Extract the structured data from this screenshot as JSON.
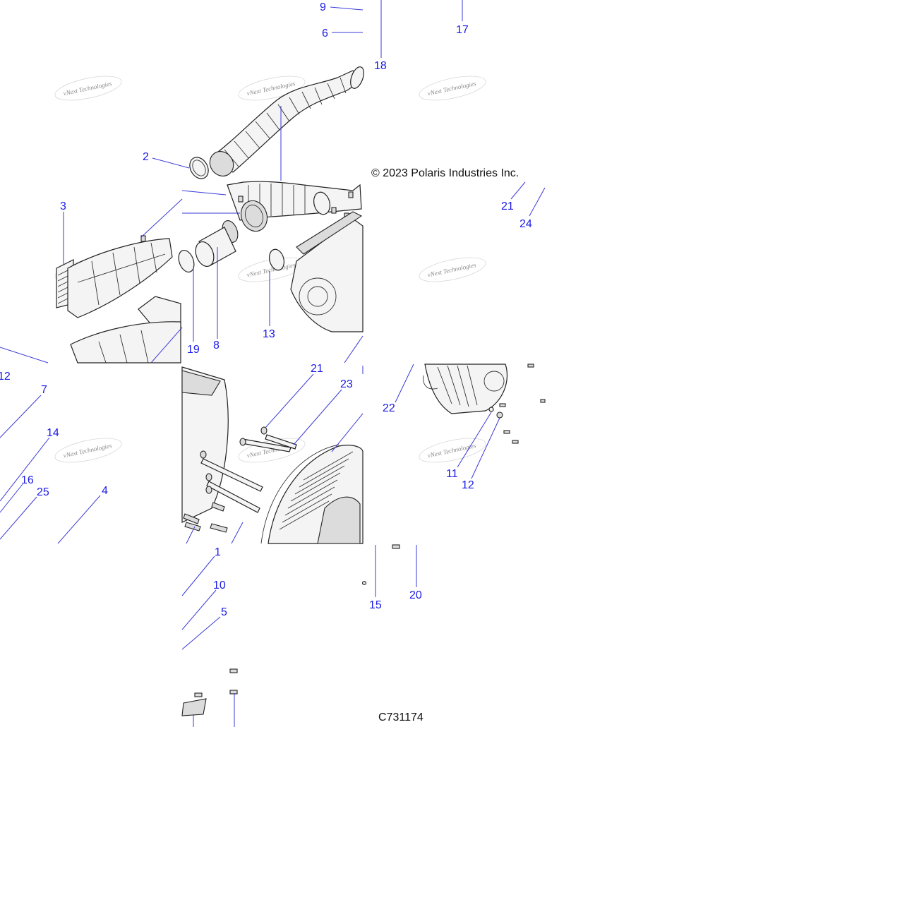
{
  "copyright": "© 2023 Polaris Industries Inc.",
  "diagram_code": "C731174",
  "watermark_text": "vNext Technologies",
  "colors": {
    "callout": "#1a1ae6",
    "line_art": "#222222",
    "background": "#ffffff"
  },
  "callouts": [
    {
      "id": "c9",
      "label": "9"
    },
    {
      "id": "c6",
      "label": "6"
    },
    {
      "id": "c18",
      "label": "18"
    },
    {
      "id": "c17",
      "label": "17"
    },
    {
      "id": "c2",
      "label": "2"
    },
    {
      "id": "c3",
      "label": "3"
    },
    {
      "id": "c21a",
      "label": "21"
    },
    {
      "id": "c24",
      "label": "24"
    },
    {
      "id": "c19",
      "label": "19"
    },
    {
      "id": "c8",
      "label": "8"
    },
    {
      "id": "c13",
      "label": "13"
    },
    {
      "id": "c12a",
      "label": "12"
    },
    {
      "id": "c7",
      "label": "7"
    },
    {
      "id": "c21b",
      "label": "21"
    },
    {
      "id": "c23",
      "label": "23"
    },
    {
      "id": "c22",
      "label": "22"
    },
    {
      "id": "c14",
      "label": "14"
    },
    {
      "id": "c16",
      "label": "16"
    },
    {
      "id": "c25",
      "label": "25"
    },
    {
      "id": "c4",
      "label": "4"
    },
    {
      "id": "c11",
      "label": "11"
    },
    {
      "id": "c12b",
      "label": "12"
    },
    {
      "id": "c1",
      "label": "1"
    },
    {
      "id": "c10",
      "label": "10"
    },
    {
      "id": "c5",
      "label": "5"
    },
    {
      "id": "c15",
      "label": "15"
    },
    {
      "id": "c20",
      "label": "20"
    }
  ]
}
